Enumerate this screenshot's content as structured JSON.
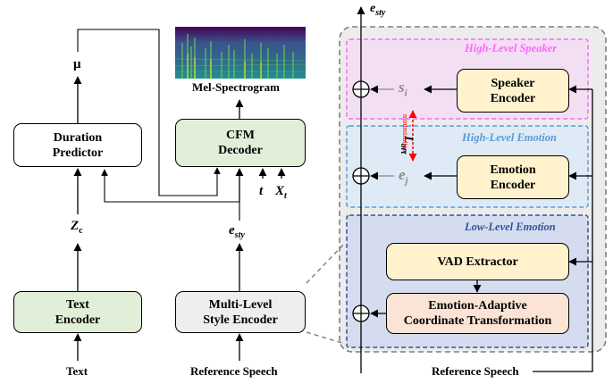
{
  "left": {
    "duration_predictor": [
      "Duration",
      "Predictor"
    ],
    "text_encoder": [
      "Text",
      "Encoder"
    ],
    "cfm_decoder": [
      "CFM",
      "Decoder"
    ],
    "style_encoder": [
      "Multi-Level",
      "Style Encoder"
    ],
    "mel_label": "Mel-Spectrogram",
    "text_input": "Text",
    "ref_input": "Reference Speech"
  },
  "symbols": {
    "mu": "μ",
    "zc_main": "Z",
    "zc_sub": "c",
    "esty_main": "e",
    "esty_sub": "sty",
    "t": "t",
    "xt_main": "X",
    "xt_sub": "t",
    "si_main": "s",
    "si_sub": "i",
    "ej_main": "e",
    "ej_sub": "j",
    "lort_main": "L",
    "lort_sub": "ort",
    "minimization": "minimization"
  },
  "right": {
    "high_speaker_title": "High-Level Speaker",
    "high_emotion_title": "High-Level Emotion",
    "low_emotion_title": "Low-Level Emotion",
    "speaker_encoder": [
      "Speaker",
      "Encoder"
    ],
    "emotion_encoder": [
      "Emotion",
      "Encoder"
    ],
    "vad_extractor": "VAD Extractor",
    "eact": [
      "Emotion-Adaptive",
      "Coordinate Transformation"
    ],
    "ref_input": "Reference Speech"
  },
  "colors": {
    "green_box": "#e1efd9",
    "yellow_box": "#fff2cc",
    "peach_box": "#fbe4d5",
    "speaker_region": "#f3dff3",
    "speaker_border": "#ff66ff",
    "emotion_region": "#deebf7",
    "emotion_border": "#5b9bd5",
    "low_region": "#d5dcf0",
    "low_border": "#2f5597",
    "arrow_red": "#ff0000",
    "gray_text": "#888888"
  }
}
